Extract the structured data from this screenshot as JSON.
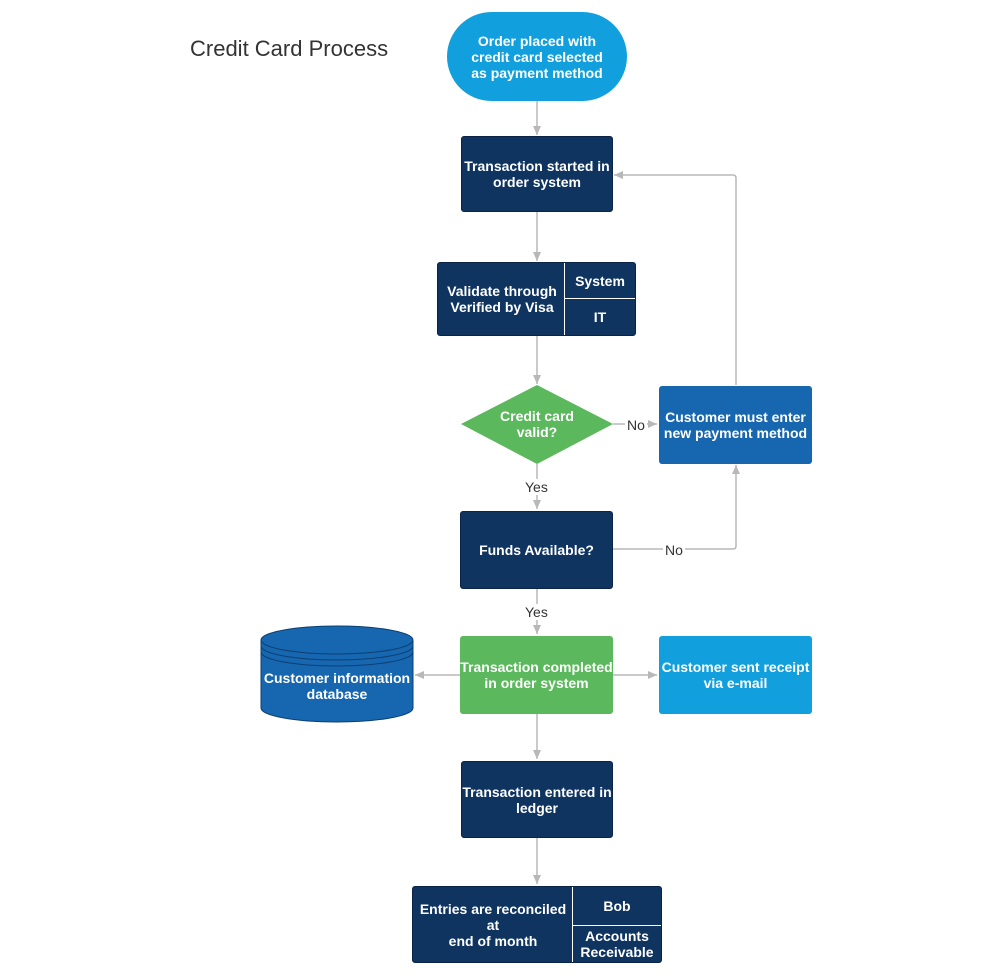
{
  "title": "Credit Card Process",
  "nodes": {
    "start": "Order placed with\ncredit card selected\nas payment method",
    "transaction_started": "Transaction started in\norder system",
    "validate": {
      "text": "Validate through\nVerified by Visa",
      "role_top": "System",
      "role_bottom": "IT"
    },
    "credit_valid": "Credit card\nvalid?",
    "new_payment": "Customer must enter\nnew payment method",
    "funds": "Funds Available?",
    "completed": "Transaction completed\nin order system",
    "database": "Customer information\ndatabase",
    "receipt": "Customer sent receipt\nvia e-mail",
    "ledger": "Transaction entered in\nledger",
    "reconciled": {
      "text": "Entries are reconciled at\nend of month",
      "role_top": "Bob",
      "role_bottom": "Accounts\nReceivable"
    }
  },
  "edge_labels": {
    "credit_no": "No",
    "credit_yes": "Yes",
    "funds_no": "No",
    "funds_yes": "Yes"
  },
  "colors": {
    "navy": "#0f3460",
    "blue": "#1766b0",
    "green": "#5cb85c",
    "light_blue": "#129fdd",
    "connector": "#b8b8b8"
  }
}
